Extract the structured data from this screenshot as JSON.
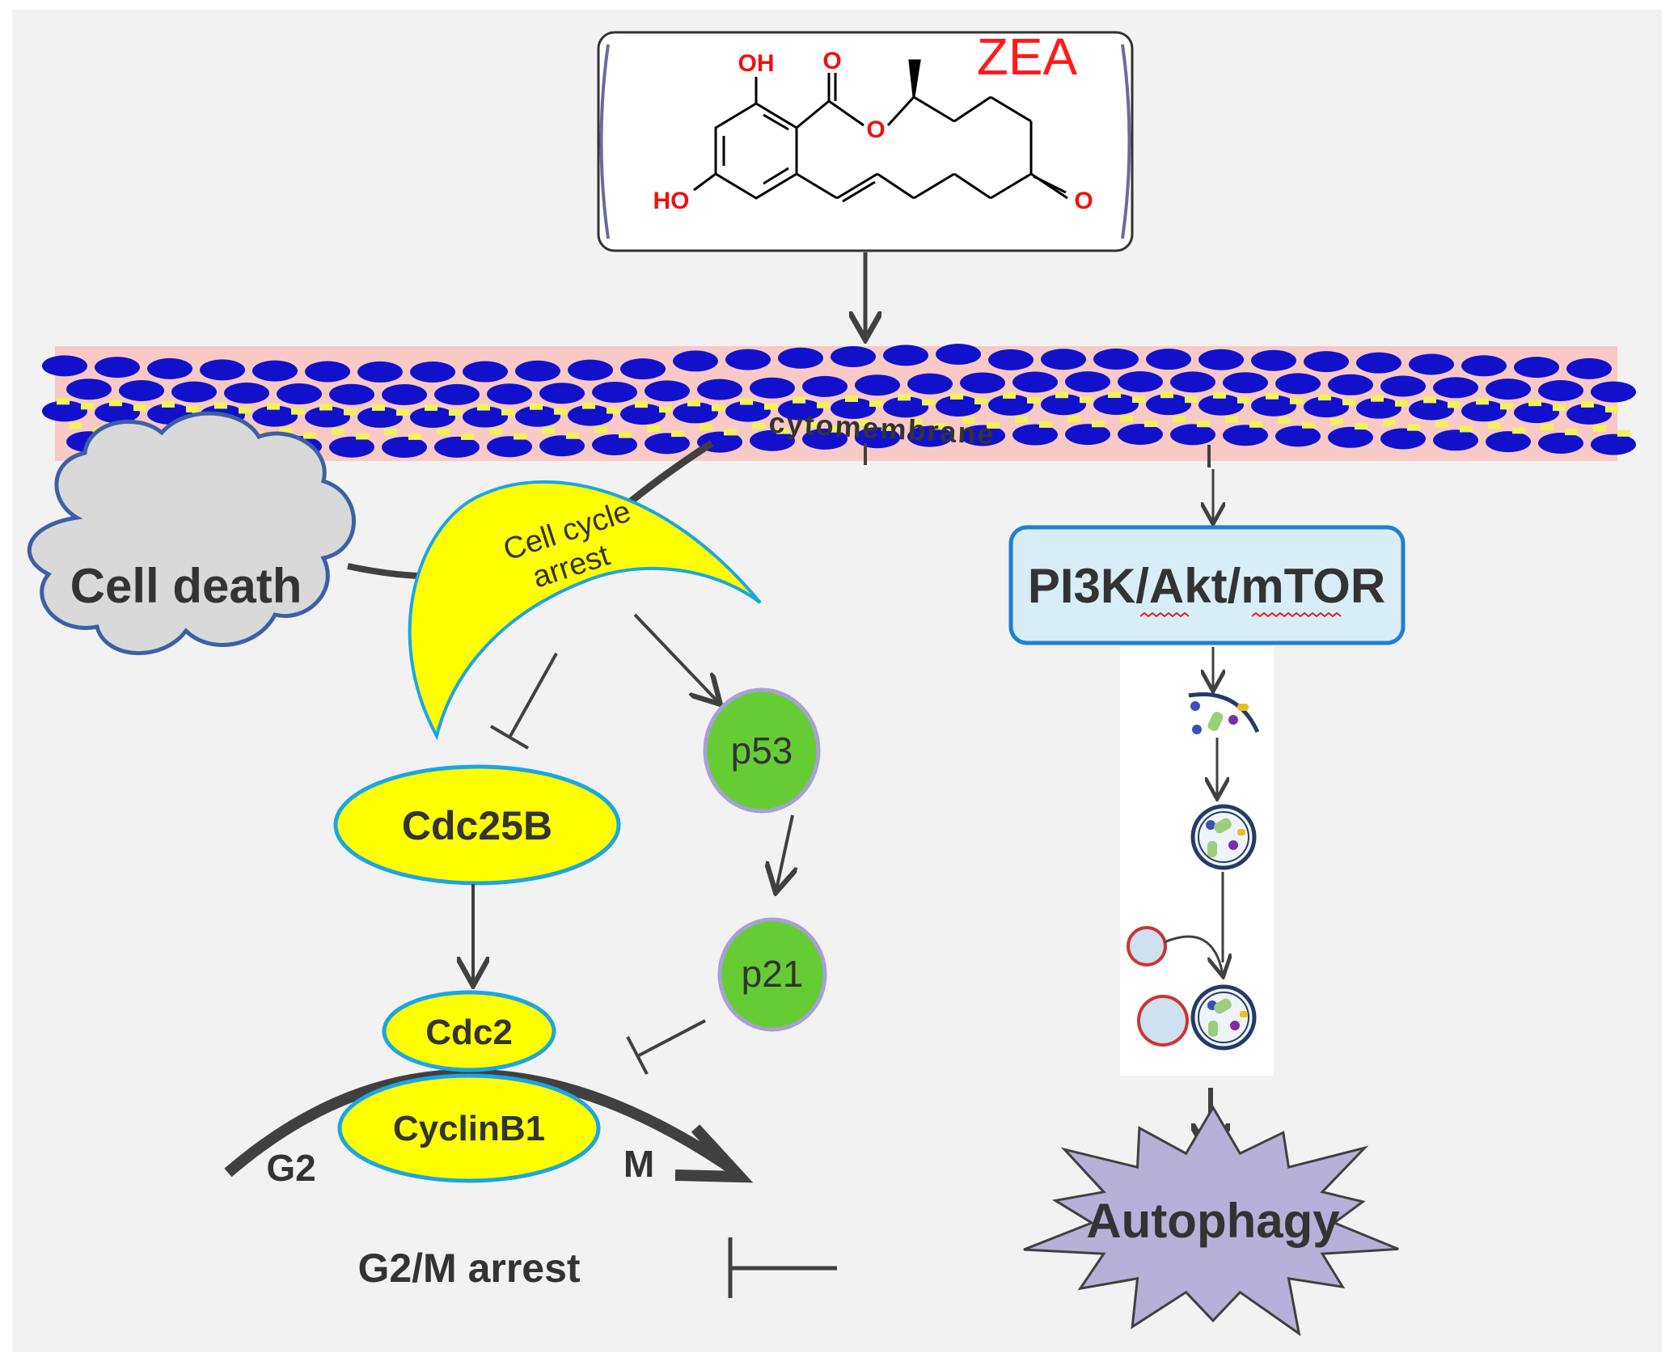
{
  "compound": {
    "name": "ZEA",
    "atoms": {
      "oh_top": "OH",
      "oh_bottom": "HO",
      "carbonyl_o": "O",
      "ester_o": "O",
      "ketone_o": "O"
    }
  },
  "membrane": {
    "label": "cytomembrane"
  },
  "left_pathway": {
    "cell_death": "Cell death",
    "cell_cycle_arrest": [
      "Cell cycle",
      "arrest"
    ],
    "cdc25b": "Cdc25B",
    "p53": "p53",
    "p21": "p21",
    "cdc2": "Cdc2",
    "cyclinb1": "CyclinB1",
    "g2": "G2",
    "m": "M",
    "g2m_arrest": "G2/M arrest"
  },
  "right_pathway": {
    "pi3k": "PI3K/Akt/mTOR",
    "autophagy": "Autophagy"
  },
  "colors": {
    "red": "#ff1a1a",
    "yellow": "#ffff00",
    "cyan_border": "#1aa6e0",
    "green": "#66cc33",
    "lavender": "#b7b0d8",
    "blue_lipid": "#1111cc",
    "pink_membrane": "#f9c9c6",
    "pi3k_fill": "#d9edf7",
    "pi3k_border": "#1f7fd1",
    "arrow": "#404040"
  }
}
